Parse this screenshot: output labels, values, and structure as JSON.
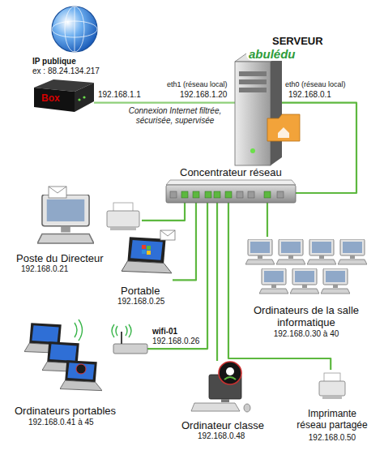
{
  "diagram": {
    "nodes": [
      {
        "text": [
          "IP publique",
          "ex : 88.24.134.217",
          "Box"
        ]
      },
      {
        "text": [
          "SERVEUR",
          "abulédu"
        ]
      },
      {
        "text": [
          "Concentrateur réseau"
        ]
      },
      {
        "text": [
          "Poste du Directeur",
          "192.168.0.21"
        ]
      },
      {
        "text": [
          "Portable",
          "192.168.0.25"
        ]
      },
      {
        "text": [
          "Ordinateurs de la salle informatique",
          "192.168.0.30 à 40"
        ]
      },
      {
        "text": [
          "wifi-01",
          "192.168.0.26"
        ]
      },
      {
        "text": [
          "Ordinateurs portables",
          "192.168.0.41 à 45"
        ]
      },
      {
        "text": [
          "Ordinateur classe",
          "192.168.0.48"
        ]
      },
      {
        "text": [
          "Imprimante réseau partagée",
          "192.168.0.50"
        ]
      }
    ],
    "edges": [
      {
        "from": 0,
        "to": 1,
        "arrow": "none",
        "label": "Connexion Internet filtrée, sécurisée, supervisée"
      },
      {
        "from": 1,
        "to": 2,
        "arrow": "none"
      },
      {
        "from": 2,
        "to": 3,
        "arrow": "none"
      },
      {
        "from": 2,
        "to": 4,
        "arrow": "none"
      },
      {
        "from": 2,
        "to": 5,
        "arrow": "none"
      },
      {
        "from": 2,
        "to": 6,
        "arrow": "none"
      },
      {
        "from": 2,
        "to": 8,
        "arrow": "none"
      },
      {
        "from": 2,
        "to": 9,
        "arrow": "none"
      }
    ],
    "labels": [
      "192.168.1.1",
      "eth1 (réseau local)",
      "192.168.1.20",
      "eth0 (réseau local)",
      "192.168.0.1"
    ]
  }
}
